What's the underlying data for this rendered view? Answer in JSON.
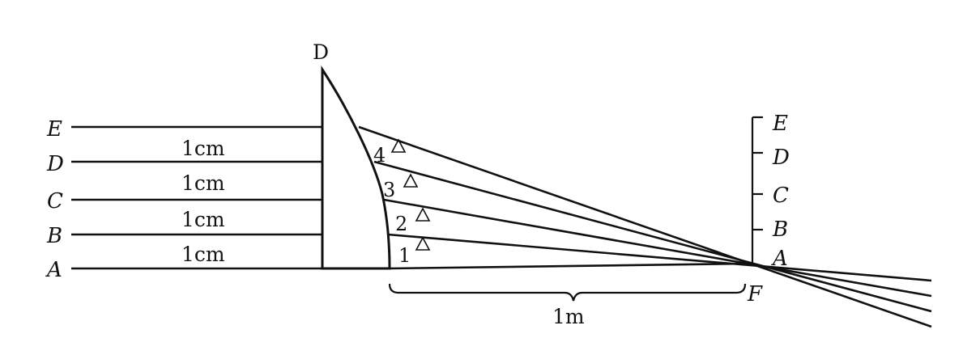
{
  "left_labels": [
    "E",
    "D",
    "C",
    "B",
    "A"
  ],
  "spacing_labels": [
    "1cm",
    "1cm",
    "1cm",
    "1cm"
  ],
  "lens_top_label": "D",
  "prism_labels": [
    "4",
    "3",
    "2",
    "1"
  ],
  "right_scale_labels": [
    "E",
    "D",
    "C",
    "B",
    "A"
  ],
  "focus_label": "F",
  "distance_label": "1m",
  "triangle_symbol": "△"
}
